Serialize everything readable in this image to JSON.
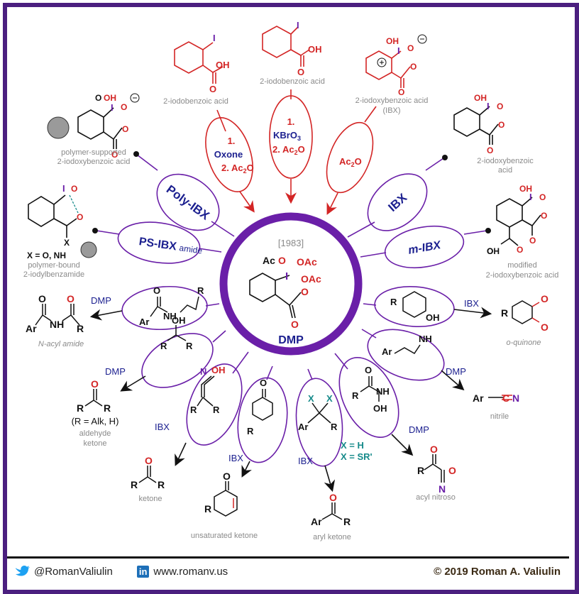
{
  "center": {
    "year": "[1983]",
    "name": "DMP"
  },
  "top_reagents": [
    {
      "label": "2-iodobenzoic acid"
    },
    {
      "label": "2-iodobenzoic acid"
    },
    {
      "label": "2-iodoxybenzoic acid",
      "sub": "(IBX)"
    }
  ],
  "top_conditions": {
    "left": {
      "s1": "1.",
      "s2": "Oxone",
      "s3": "2. Ac",
      "s3sub": "2",
      "s3end": "O"
    },
    "mid": {
      "s1": "1.",
      "s2": "KBrO",
      "s2sub": "3",
      "s3": "2. Ac",
      "s3sub": "2",
      "s3end": "O"
    },
    "right": {
      "s1": "Ac",
      "s1sub": "2",
      "s1end": "O"
    }
  },
  "reagent_petals": {
    "poly_ibx": "Poly-IBX",
    "ps_ibx": "PS-IBX",
    "ps_ibx_small": "amide",
    "ibx": "IBX",
    "m_ibx": "m-IBX"
  },
  "reagent_labels": {
    "polymer_supported": [
      "polymer-supported",
      "2-iodoxybenzoic acid"
    ],
    "polymer_bound": [
      "polymer-bound",
      "2-iodylbenzamide"
    ],
    "x_eq": "X = O, NH",
    "ibx": [
      "2-iodoxybenzoic",
      "acid"
    ],
    "modified": [
      "modified",
      "2-iodoxybenzoic acid"
    ]
  },
  "product_labels": {
    "n_acyl_amide": "N-acyl amide",
    "o_quinone": "o-quinone",
    "nitrile": "nitrile",
    "aldehyde_ketone": [
      "(R = Alk, H)",
      "aldehyde",
      "ketone"
    ],
    "ketone": "ketone",
    "unsaturated_ketone": "unsaturated ketone",
    "aryl_ketone": "aryl ketone",
    "acyl_nitroso": "acyl nitroso",
    "x_options": [
      "X = H",
      "X = SR'"
    ]
  },
  "arrow_labels": {
    "dmp": "DMP",
    "ibx": "IBX"
  },
  "atoms": {
    "O": "O",
    "OH": "OH",
    "I": "I",
    "Ac": "Ac",
    "OAc": "OAc",
    "R": "R",
    "Ar": "Ar",
    "NH": "NH",
    "NH2": "NH",
    "N": "N",
    "X": "X",
    "C": "C"
  },
  "footer": {
    "twitter": "@RomanValiulin",
    "linkedin_badge": "in",
    "website": "www.romanv.us",
    "copyright": "© 2019 Roman A. Valiulin"
  },
  "colors": {
    "purple": "#6a1fa8",
    "red": "#d32525",
    "navy": "#1b1f8f",
    "teal": "#168a8a",
    "gray": "#8a8a8a"
  }
}
